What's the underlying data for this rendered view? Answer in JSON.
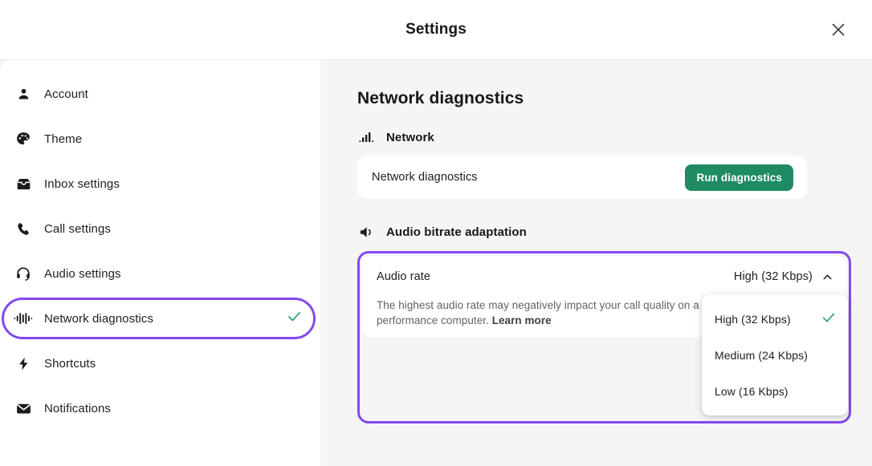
{
  "header": {
    "title": "Settings",
    "close_icon": "close-icon"
  },
  "sidebar": {
    "items": [
      {
        "label": "Account",
        "icon": "person-icon",
        "selected": false,
        "highlighted": false
      },
      {
        "label": "Theme",
        "icon": "palette-icon",
        "selected": false,
        "highlighted": false
      },
      {
        "label": "Inbox settings",
        "icon": "inbox-icon",
        "selected": false,
        "highlighted": false
      },
      {
        "label": "Call settings",
        "icon": "phone-icon",
        "selected": false,
        "highlighted": false
      },
      {
        "label": "Audio settings",
        "icon": "headset-icon",
        "selected": false,
        "highlighted": false
      },
      {
        "label": "Network diagnostics",
        "icon": "waveform-icon",
        "selected": true,
        "highlighted": true
      },
      {
        "label": "Shortcuts",
        "icon": "bolt-icon",
        "selected": false,
        "highlighted": false
      },
      {
        "label": "Notifications",
        "icon": "mail-icon",
        "selected": false,
        "highlighted": false
      }
    ]
  },
  "main": {
    "page_title": "Network diagnostics",
    "network_section": {
      "icon": "signal-bars-icon",
      "title": "Network",
      "row_label": "Network diagnostics",
      "button_label": "Run diagnostics"
    },
    "audio_section": {
      "icon": "speaker-icon",
      "title": "Audio bitrate adaptation",
      "row_label": "Audio rate",
      "selected_value": "High (32 Kbps)",
      "chevron_icon": "chevron-up-icon",
      "description": "The highest audio rate may negatively impact your call quality on a slow connection or low performance computer.",
      "learn_more_label": "Learn more",
      "dropdown_options": [
        {
          "label": "High (32 Kbps)",
          "checked": true
        },
        {
          "label": "Medium (24 Kbps)",
          "checked": false
        },
        {
          "label": "Low (16 Kbps)",
          "checked": false
        }
      ]
    }
  },
  "colors": {
    "accent_purple": "#8349f0",
    "button_green": "#1e8b63",
    "check_green": "#3ea57c",
    "panel_bg": "#f5f5f5",
    "card_bg": "#ffffff"
  }
}
